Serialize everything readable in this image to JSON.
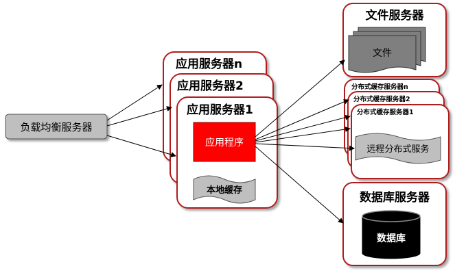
{
  "load_balancer": {
    "label": "负载均衡服务器"
  },
  "app_servers": {
    "back": "应用服务器n",
    "middle": "应用服务器2",
    "front": "应用服务器1",
    "app_program": "应用程序",
    "local_cache": "本地缓存"
  },
  "file_server": {
    "title": "文件服务器",
    "file_label": "文件"
  },
  "cache_servers": {
    "back": "分布式缓存服务器n",
    "middle": "分布式缓存服务器2",
    "front": "分布式缓存服务器1",
    "remote_service": "远程分布式服务"
  },
  "db_server": {
    "title": "数据库服务器",
    "db_label": "数据库"
  },
  "colors": {
    "border": "#b01c1c",
    "app_program_fill": "#ff0000",
    "gray_fill": "#bfbfbf",
    "dark_gray_fill": "#7f7f7f",
    "db_fill": "#000000",
    "arrow": "#000000"
  }
}
